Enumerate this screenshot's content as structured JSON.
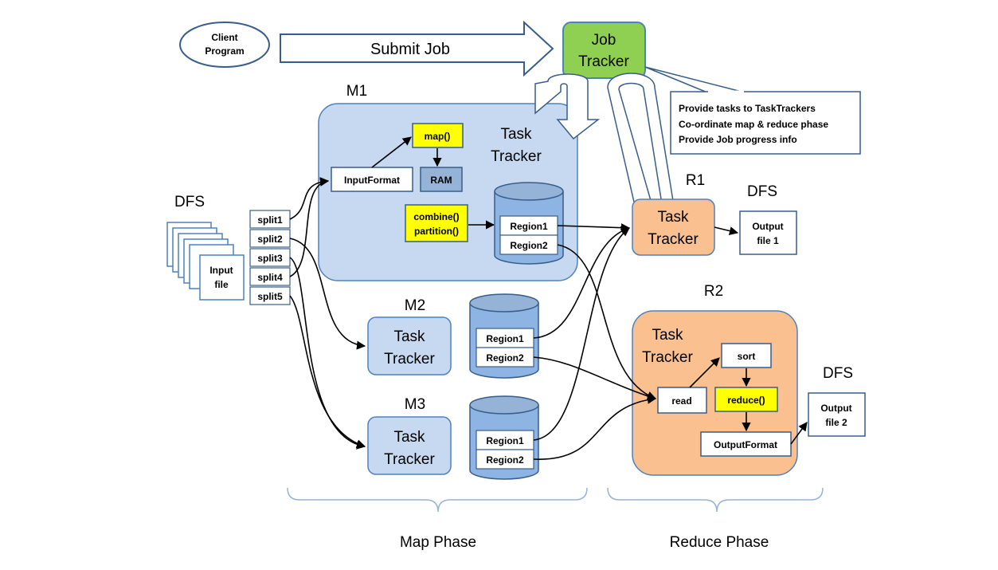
{
  "client": {
    "line1": "Client",
    "line2": "Program"
  },
  "submit_job": "Submit Job",
  "job_tracker": {
    "line1": "Job",
    "line2": "Tracker"
  },
  "job_tracker_notes": [
    "Provide tasks to TaskTrackers",
    "Co-ordinate map & reduce phase",
    "Provide Job progress info"
  ],
  "labels": {
    "m1": "M1",
    "m2": "M2",
    "m3": "M3",
    "r1": "R1",
    "r2": "R2",
    "dfs_input": "DFS",
    "dfs_r1": "DFS",
    "dfs_r2": "DFS"
  },
  "task_tracker": {
    "line1": "Task",
    "line2": "Tracker"
  },
  "input_file": {
    "line1": "Input",
    "line2": "file"
  },
  "splits": [
    "split1",
    "split2",
    "split3",
    "split4",
    "split5"
  ],
  "m1_parts": {
    "input_format": "InputFormat",
    "map": "map()",
    "ram": "RAM",
    "combine": "combine()",
    "partition": "partition()"
  },
  "regions": {
    "r1": "Region1",
    "r2": "Region2"
  },
  "r2_parts": {
    "sort": "sort",
    "read": "read",
    "reduce": "reduce()",
    "output_format": "OutputFormat"
  },
  "outputs": {
    "file1": {
      "line1": "Output",
      "line2": "file 1"
    },
    "file2": {
      "line1": "Output",
      "line2": "file 2"
    }
  },
  "phases": {
    "map": "Map Phase",
    "reduce": "Reduce Phase"
  },
  "colors": {
    "job_tracker_fill": "#8fd053",
    "map_tracker_fill": "#c6d9f1",
    "reduce_tracker_fill": "#fac090",
    "highlight_yellow": "#ffff00",
    "ram_fill": "#95b3d7",
    "cylinder_fill": "#8eb4e3",
    "stroke_blue": "#385d8a"
  }
}
